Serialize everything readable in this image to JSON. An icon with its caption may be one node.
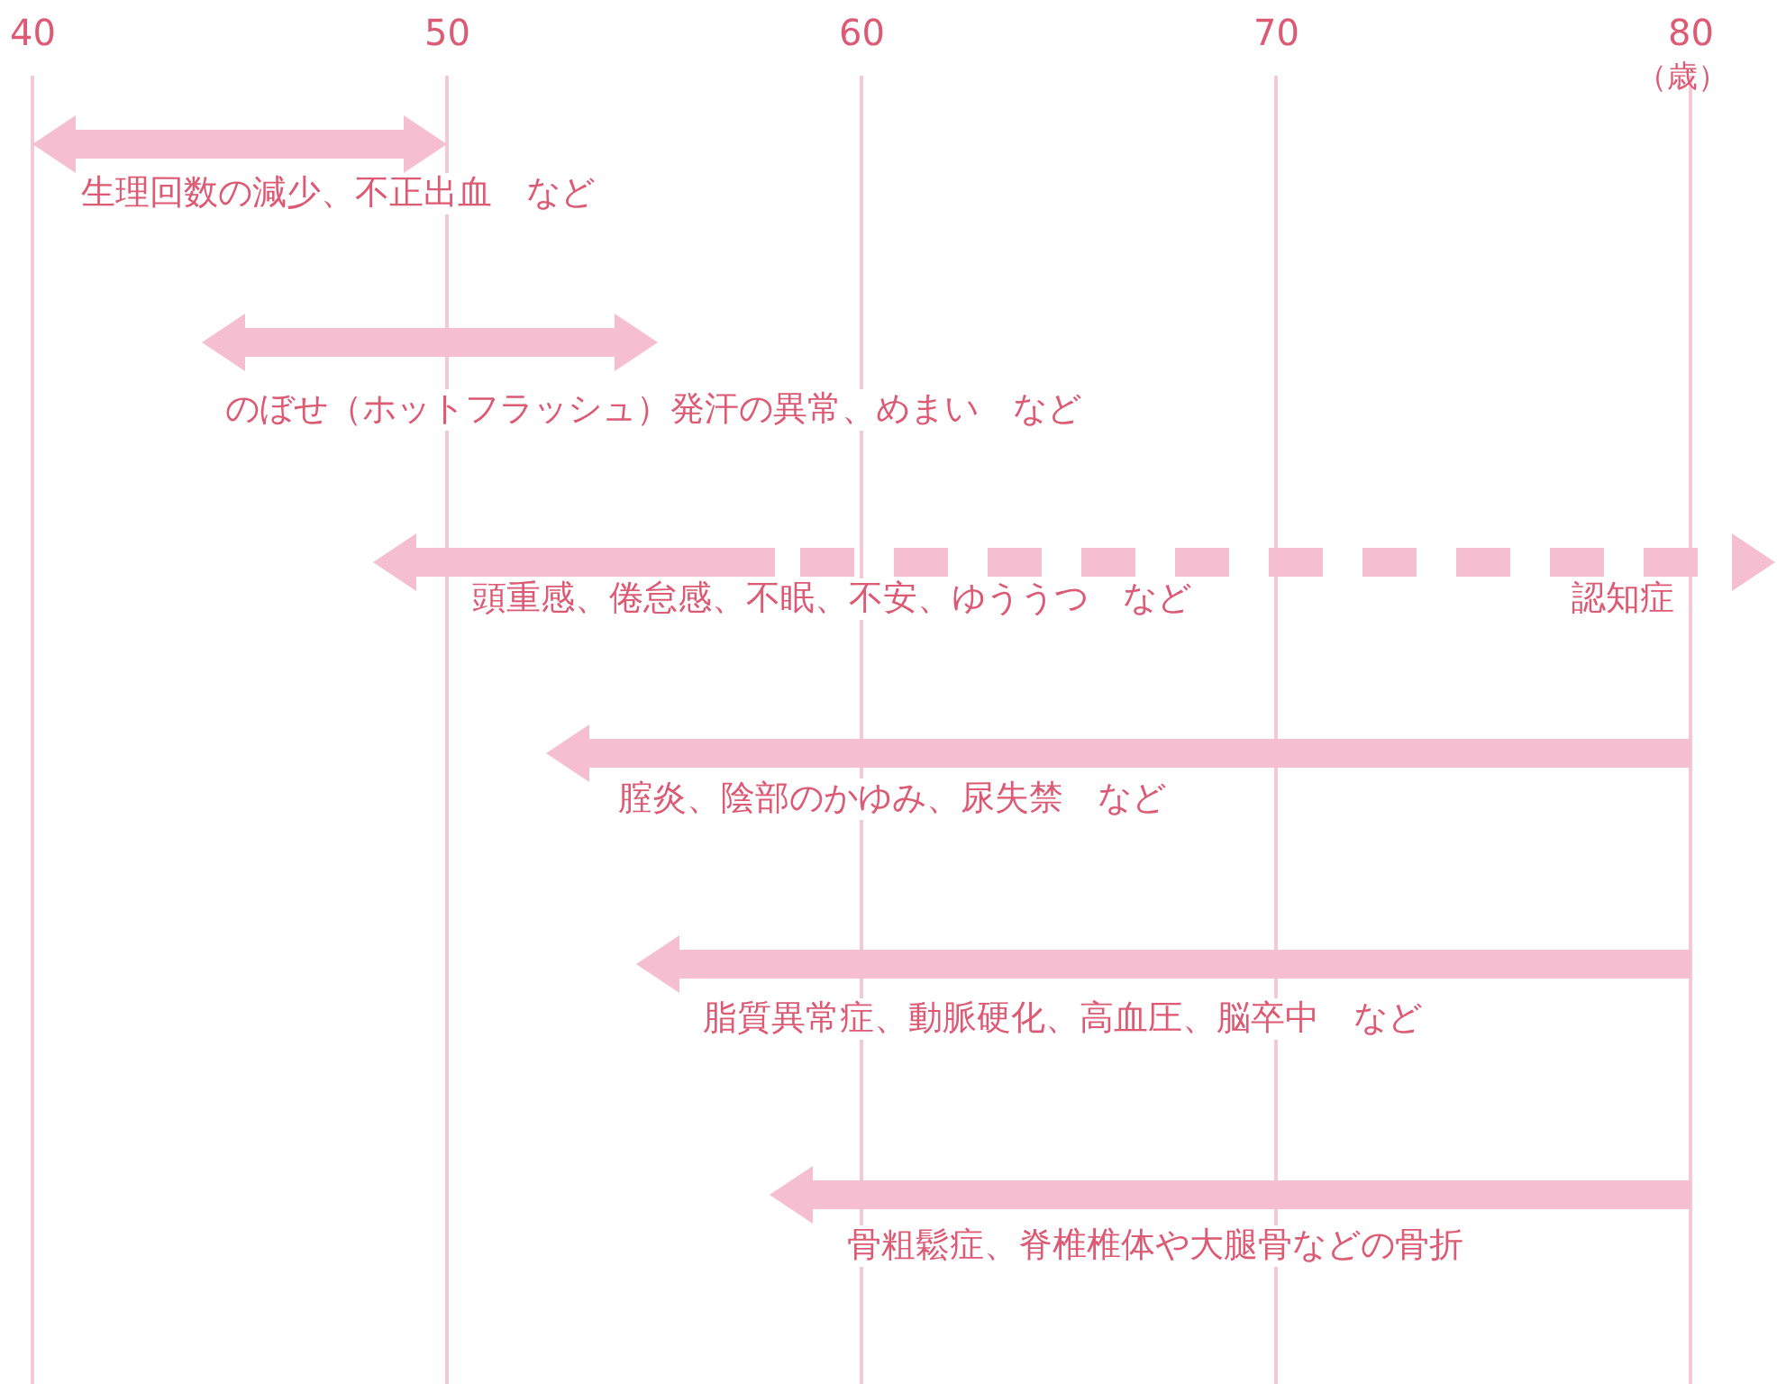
{
  "diagram": {
    "labels": [
      "40",
      "50",
      "60",
      "70",
      "80",
      "（歳）",
      "生理回数の減少、不正出血　など",
      "のぼせ（ホットフラッシュ）発汗の異常、めまい　など",
      "頭重感、倦怠感、不眠、不安、ゆううつ　など",
      "認知症",
      "腟炎、陰部のかゆみ、尿失禁　など",
      "脂質異常症、動脈硬化、高血圧、脳卒中　など",
      "骨粗鬆症、脊椎椎体や大腿骨などの骨折"
    ]
  }
}
